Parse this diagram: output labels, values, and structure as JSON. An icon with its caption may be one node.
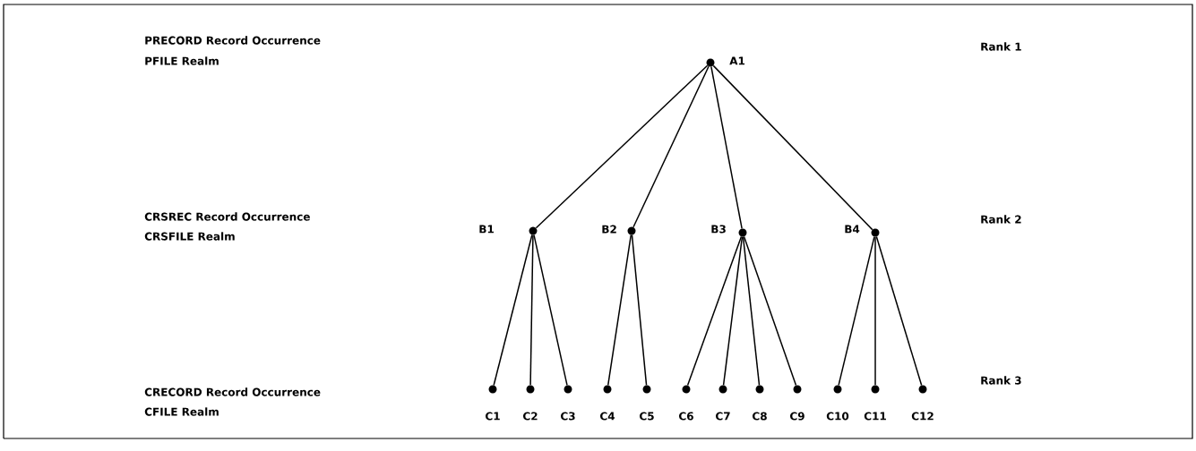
{
  "diagram": {
    "nodes": [
      {
        "text": [
          "A1"
        ]
      },
      {
        "text": [
          "B1"
        ]
      },
      {
        "text": [
          "B2"
        ]
      },
      {
        "text": [
          "B3"
        ]
      },
      {
        "text": [
          "B4"
        ]
      },
      {
        "text": [
          "C1"
        ]
      },
      {
        "text": [
          "C2"
        ]
      },
      {
        "text": [
          "C3"
        ]
      },
      {
        "text": [
          "C4"
        ]
      },
      {
        "text": [
          "C5"
        ]
      },
      {
        "text": [
          "C6"
        ]
      },
      {
        "text": [
          "C7"
        ]
      },
      {
        "text": [
          "C8"
        ]
      },
      {
        "text": [
          "C9"
        ]
      },
      {
        "text": [
          "C10"
        ]
      },
      {
        "text": [
          "C11"
        ]
      },
      {
        "text": [
          "C12"
        ]
      }
    ],
    "edges": [
      {
        "from": 0,
        "to": 1,
        "arrow": "none"
      },
      {
        "from": 0,
        "to": 2,
        "arrow": "none"
      },
      {
        "from": 0,
        "to": 3,
        "arrow": "none"
      },
      {
        "from": 0,
        "to": 4,
        "arrow": "none"
      },
      {
        "from": 1,
        "to": 5,
        "arrow": "none"
      },
      {
        "from": 1,
        "to": 6,
        "arrow": "none"
      },
      {
        "from": 1,
        "to": 7,
        "arrow": "none"
      },
      {
        "from": 2,
        "to": 8,
        "arrow": "none"
      },
      {
        "from": 2,
        "to": 9,
        "arrow": "none"
      },
      {
        "from": 3,
        "to": 10,
        "arrow": "none"
      },
      {
        "from": 3,
        "to": 11,
        "arrow": "none"
      },
      {
        "from": 3,
        "to": 12,
        "arrow": "none"
      },
      {
        "from": 3,
        "to": 13,
        "arrow": "none"
      },
      {
        "from": 4,
        "to": 14,
        "arrow": "none"
      },
      {
        "from": 4,
        "to": 15,
        "arrow": "none"
      },
      {
        "from": 4,
        "to": 16,
        "arrow": "none"
      }
    ],
    "labels": [
      "PRECORD Record Occurrence",
      "PFILE Realm",
      "Rank 1",
      "CRSREC Record Occurrence",
      "CRSFILE Realm",
      "Rank 2",
      "CRECORD Record Occurrence",
      "CFILE Realm",
      "Rank 3"
    ]
  }
}
